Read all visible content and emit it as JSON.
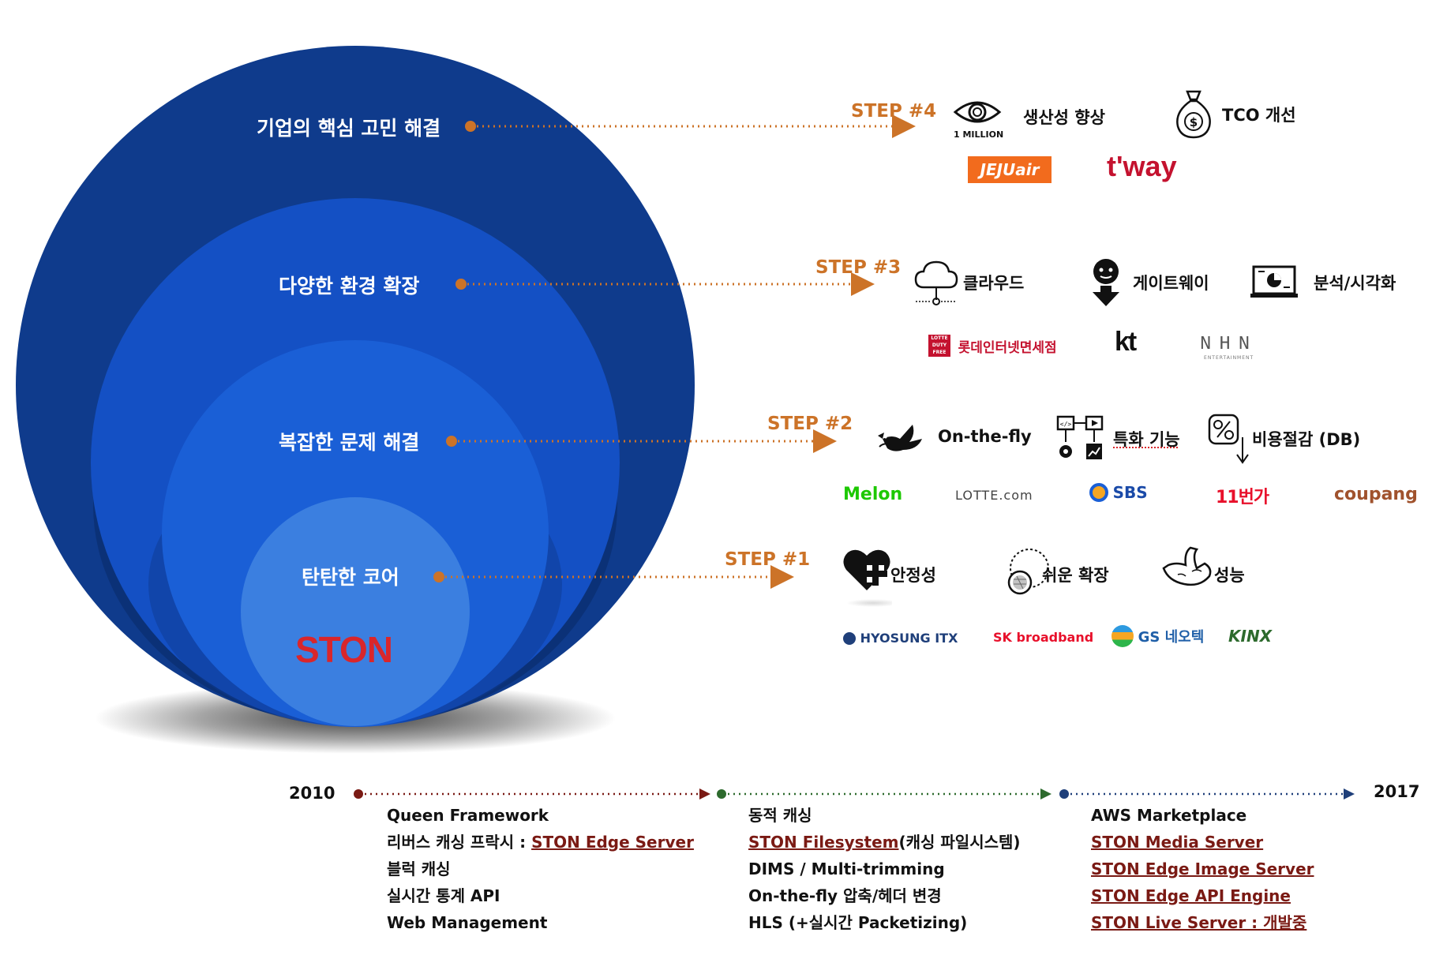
{
  "rings": [
    {
      "label": "기업의 핵심 고민 해결"
    },
    {
      "label": "다양한 환경 확장"
    },
    {
      "label": "복잡한 문제 해결"
    },
    {
      "label": "탄탄한 코어"
    }
  ],
  "core_logo": "STON",
  "steps": [
    {
      "label": "STEP #4",
      "features": [
        "생산성 향상",
        "TCO 개선"
      ],
      "icon_caption": "1 MILLION",
      "icons": [
        "eye-icon",
        "money-bag-icon"
      ],
      "clients": [
        "JEJUair",
        "t'way"
      ]
    },
    {
      "label": "STEP #3",
      "features": [
        "클라우드",
        "게이트웨이",
        "분석/시각화"
      ],
      "icons": [
        "cloud-icon",
        "gateway-icon",
        "analytics-icon"
      ],
      "clients": [
        "롯데인터넷면세점",
        "kt",
        "NHN"
      ],
      "client_sub": [
        "LOTTE DUTY FREE",
        "ENTERTAINMENT"
      ]
    },
    {
      "label": "STEP #2",
      "features": [
        "On-the-fly",
        "특화 기능",
        "비용절감 (DB)"
      ],
      "icons": [
        "dove-icon",
        "workflow-icon",
        "cost-saving-icon"
      ],
      "clients": [
        "Melon",
        "LOTTE.com",
        "SBS",
        "11번가",
        "coupang"
      ]
    },
    {
      "label": "STEP #1",
      "features": [
        "안정성",
        "쉬운 확장",
        "성능"
      ],
      "icons": [
        "heart-plus-icon",
        "expand-icon",
        "muscle-icon"
      ],
      "clients": [
        "HYOSUNG ITX",
        "SK broadband",
        "GS 네오텍",
        "KINX"
      ]
    }
  ],
  "timeline": {
    "start": "2010",
    "end": "2017",
    "segment_colors": [
      "#7a1a14",
      "#2d6a2d",
      "#1f3f7a"
    ],
    "columns": [
      [
        {
          "text": "Queen Framework"
        },
        {
          "prefix": "리버스 캐싱 프락시 : ",
          "link": "STON Edge Server"
        },
        {
          "text": "블럭 캐싱"
        },
        {
          "text": "실시간 통계 API"
        },
        {
          "text": "Web Management"
        }
      ],
      [
        {
          "text": "동적 캐싱"
        },
        {
          "link": "STON Filesystem",
          "suffix": "(캐싱 파일시스템)"
        },
        {
          "text": "DIMS / Multi-trimming"
        },
        {
          "text": "On-the-fly 압축/헤더 변경"
        },
        {
          "text": "HLS (+실시간 Packetizing)"
        }
      ],
      [
        {
          "text": "AWS Marketplace"
        },
        {
          "link": "STON Media Server"
        },
        {
          "link": "STON Edge Image Server"
        },
        {
          "link": "STON Edge API Engine"
        },
        {
          "link": "STON Live Server : 개발중"
        }
      ]
    ]
  },
  "colors": {
    "ring_outer": "#0f3b8c",
    "ring_2": "#1450c4",
    "ring_3": "#1a5fd6",
    "ring_core": "#3b7fe0",
    "step_orange": "#cc7328",
    "ston_red": "#d9262b"
  }
}
